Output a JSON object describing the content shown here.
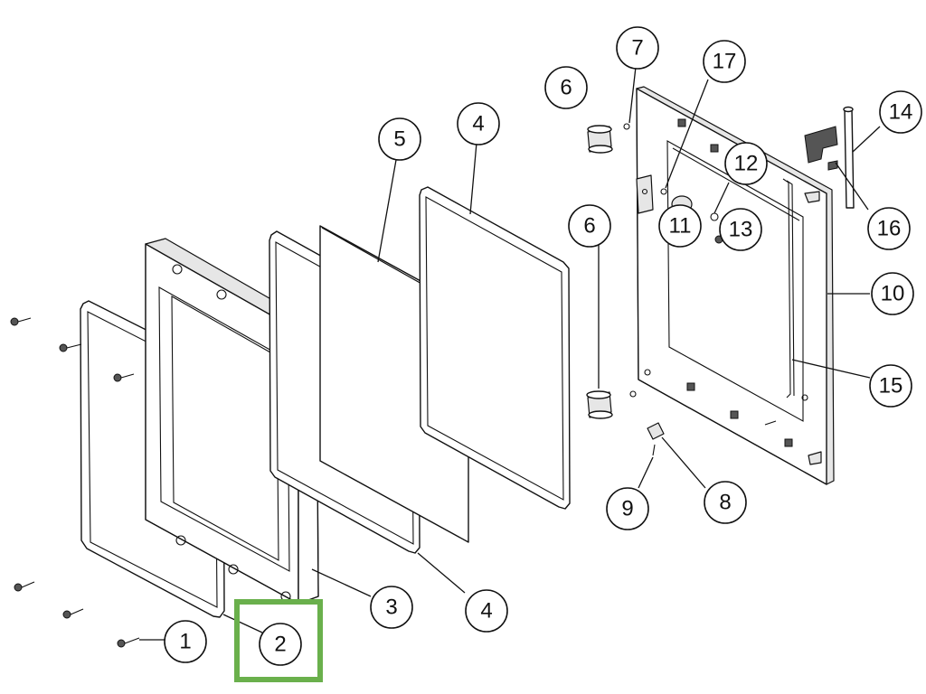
{
  "diagram": {
    "callouts": [
      {
        "id": "c1",
        "label": "1"
      },
      {
        "id": "c2",
        "label": "2"
      },
      {
        "id": "c3",
        "label": "3"
      },
      {
        "id": "c4a",
        "label": "4"
      },
      {
        "id": "c4b",
        "label": "4"
      },
      {
        "id": "c5",
        "label": "5"
      },
      {
        "id": "c6a",
        "label": "6"
      },
      {
        "id": "c6b",
        "label": "6"
      },
      {
        "id": "c7",
        "label": "7"
      },
      {
        "id": "c8",
        "label": "8"
      },
      {
        "id": "c9",
        "label": "9"
      },
      {
        "id": "c10",
        "label": "10"
      },
      {
        "id": "c11",
        "label": "11"
      },
      {
        "id": "c12",
        "label": "12"
      },
      {
        "id": "c13",
        "label": "13"
      },
      {
        "id": "c14",
        "label": "14"
      },
      {
        "id": "c15",
        "label": "15"
      },
      {
        "id": "c16",
        "label": "16"
      },
      {
        "id": "c17",
        "label": "17"
      }
    ],
    "highlighted_callout": "2",
    "highlight_color": "#6ab04c"
  }
}
